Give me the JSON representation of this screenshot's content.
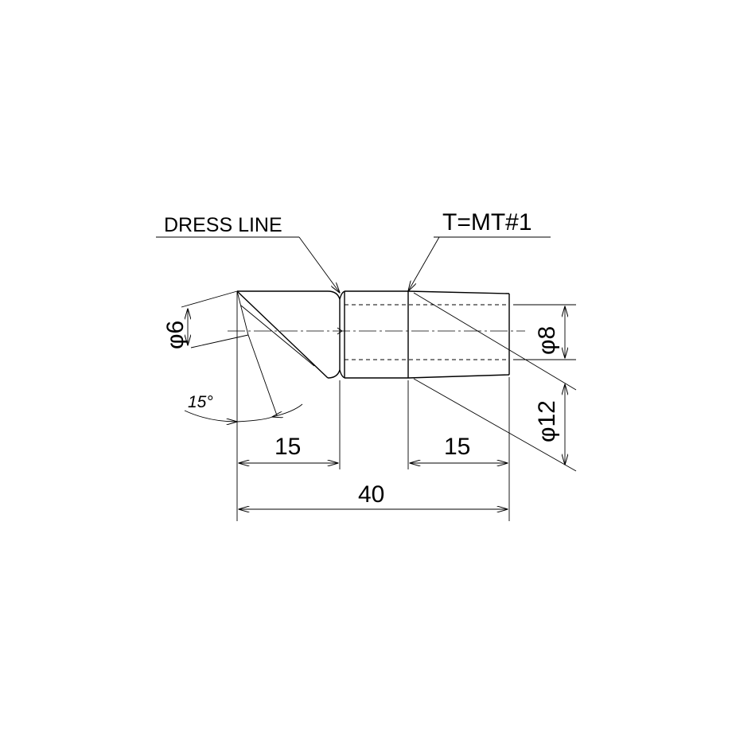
{
  "drawing": {
    "labels": {
      "dress_line": "DRESS LINE",
      "taper": "T=MT#1"
    },
    "dimensions": {
      "tip_diameter": "φ6",
      "shank_diameter_small": "φ8",
      "shank_diameter_large": "φ12",
      "tip_length": "15",
      "shank_length": "15",
      "overall_length": "40",
      "tip_angle": "15°"
    }
  }
}
